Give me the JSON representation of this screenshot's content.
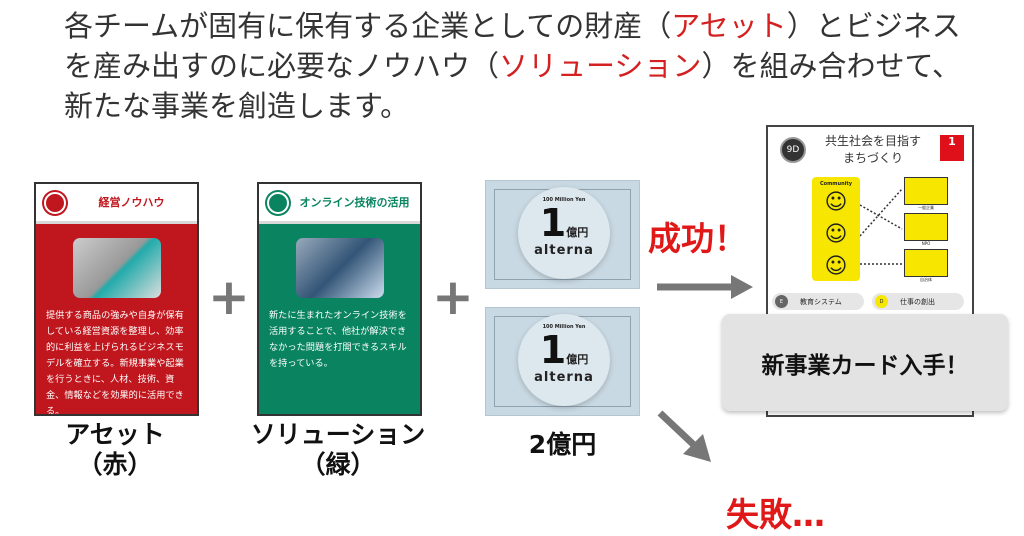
{
  "intro": {
    "part1": "各チームが固有に保有する企業としての財産（",
    "asset": "アセット",
    "part2": "）とビジネスを産み出すのに必要なノウハウ（",
    "solution": "ソリューション",
    "part3": "）を組み合わせて、新たな事業を創造します。"
  },
  "asset_card": {
    "badge": "0",
    "title": "経営ノウハウ",
    "description": "提供する商品の強みや自身が保有している経営資源を整理し、効率的に利益を上げられるビジネスモデルを確立する。新規事業や起業を行うときに、人材、技術、資金、情報などを効果的に活用できる。",
    "color": "#c0161d"
  },
  "solution_card": {
    "badge": "A",
    "title": "オンライン技術の活用",
    "description": "新たに生まれたオンライン技術を活用することで、他社が解決できなかった問題を打開できるスキルを持っている。",
    "color": "#0a8460"
  },
  "plus": "+",
  "money_card": {
    "top": "100 Million Yen",
    "number": "1",
    "unit": "億円",
    "brand": "alterna"
  },
  "labels": {
    "asset": "アセット",
    "asset_sub": "（赤）",
    "solution": "ソリューション",
    "solution_sub": "（緑）",
    "money": "2億円"
  },
  "success": "成功！",
  "failure": "失敗…",
  "new_card": {
    "badge": "9D",
    "title": "共生社会を目指すまちづくり",
    "corner_number": "1",
    "community": "Community",
    "org_labels": [
      "一般企業",
      "NPO",
      "自治体"
    ],
    "pills": [
      {
        "badge": "E",
        "label": "教育システム"
      },
      {
        "badge": "D",
        "label": "仕事の創出"
      }
    ]
  },
  "get_text": "新事業カード入手！"
}
